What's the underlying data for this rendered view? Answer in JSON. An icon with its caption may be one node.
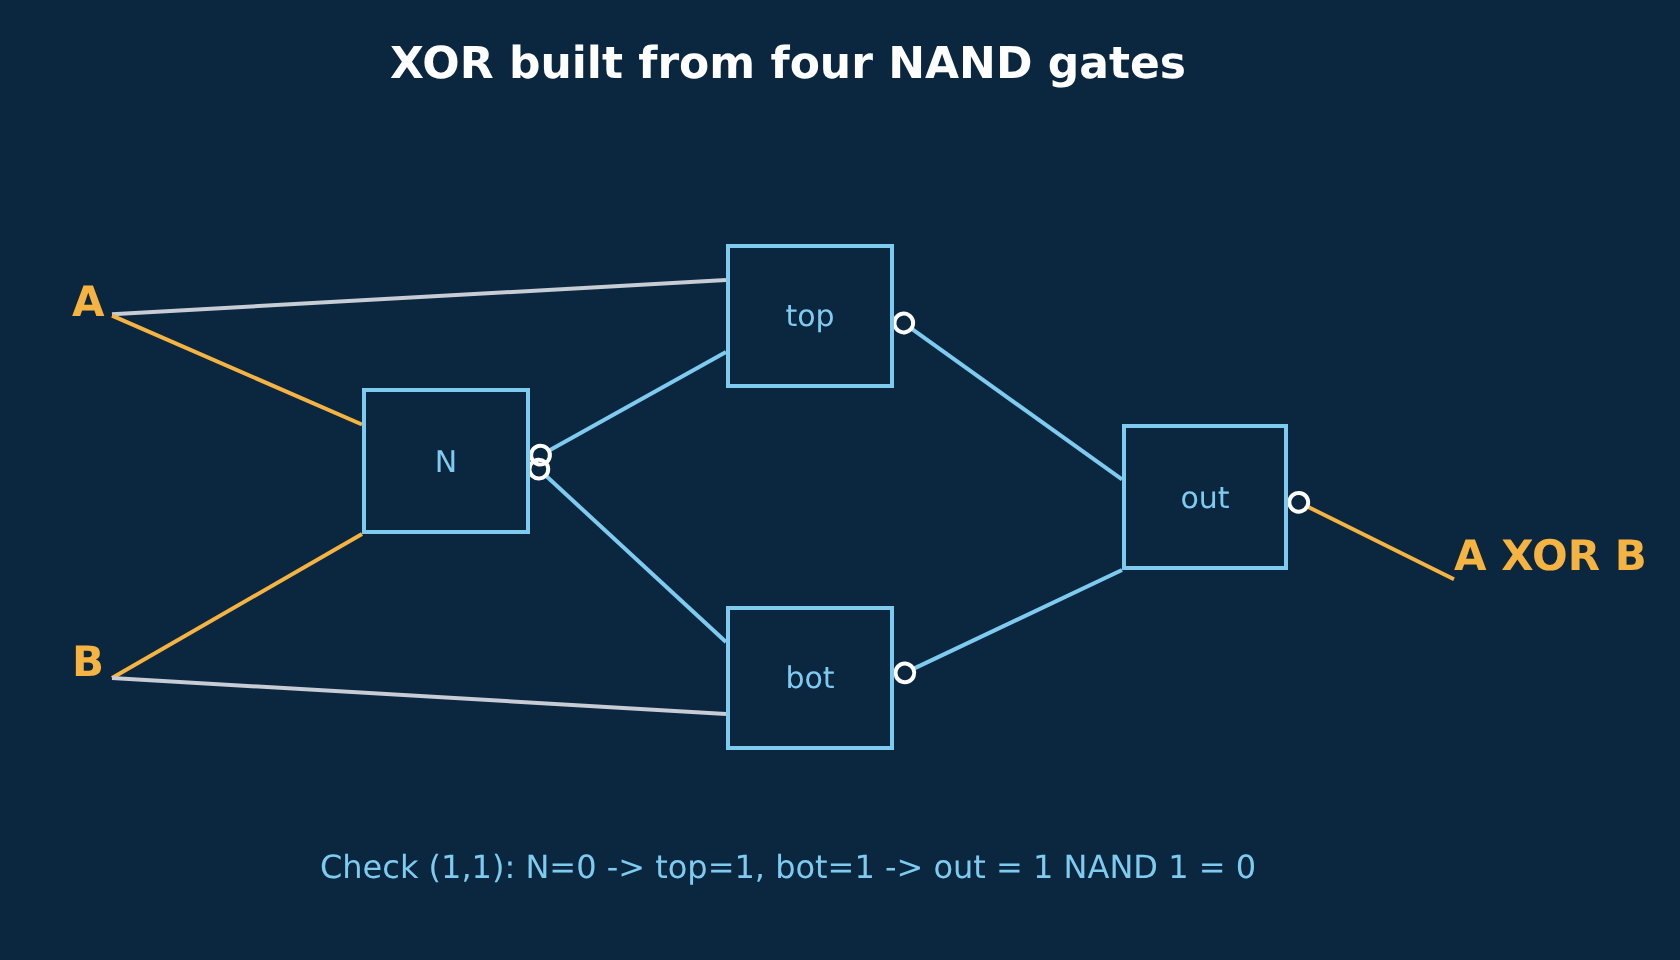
{
  "diagram": {
    "title": "XOR built from four NAND gates",
    "caption": "Check (1,1): N=0 -> top=1, bot=1 -> out = 1 NAND 1 = 0",
    "nodes": [
      {
        "text": [
          "A"
        ]
      },
      {
        "text": [
          "B"
        ]
      },
      {
        "text": [
          "N"
        ]
      },
      {
        "text": [
          "top"
        ]
      },
      {
        "text": [
          "bot"
        ]
      },
      {
        "text": [
          "out"
        ]
      },
      {
        "text": [
          "A XOR B"
        ]
      }
    ],
    "edges": [
      {
        "from": 0,
        "to": 3,
        "arrow": "none",
        "color": "#c8ccd4"
      },
      {
        "from": 0,
        "to": 2,
        "arrow": "none",
        "color": "#f5b342"
      },
      {
        "from": 1,
        "to": 2,
        "arrow": "none",
        "color": "#f5b342"
      },
      {
        "from": 1,
        "to": 4,
        "arrow": "none",
        "color": "#c8ccd4"
      },
      {
        "from": 2,
        "to": 3,
        "arrow": "other"
      },
      {
        "from": 2,
        "to": 4,
        "arrow": "other"
      },
      {
        "from": 3,
        "to": 5,
        "arrow": "other"
      },
      {
        "from": 4,
        "to": 5,
        "arrow": "other"
      },
      {
        "from": 5,
        "to": 6,
        "arrow": "other",
        "color": "#f5b342"
      }
    ]
  }
}
